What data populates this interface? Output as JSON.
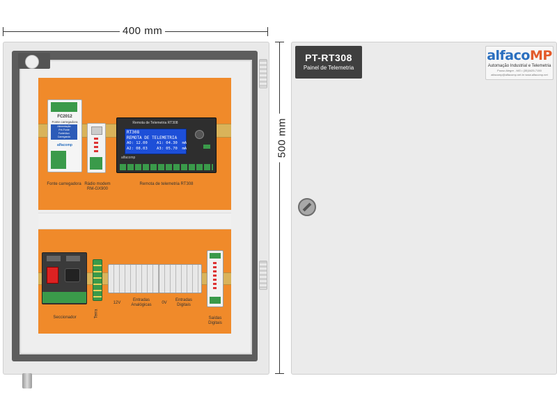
{
  "dimensions": {
    "width_label": "400 mm",
    "height_label": "500 mm"
  },
  "door": {
    "tag_title": "PT-RT308",
    "tag_subtitle": "Painel de Telemetria",
    "logo": {
      "brand_a": "alfaco",
      "brand_b": "MP",
      "tagline": "Automação Industrial e Telemetria",
      "contact_line1": "Pouso Alegre - MG • (35)3425-7150",
      "contact_line2": "alfacomp@alfacomp.net.br  www.alfacomp.net"
    }
  },
  "components": {
    "power_supply": {
      "model": "FC2012",
      "name": "Fonte carregadora",
      "status_1": "Alimentação",
      "status_2": "Pré-Fonte",
      "status_3": "Fonte/Aux",
      "status_4": "Carregando",
      "brand": "alfacomp",
      "label": "Fonte carregadora"
    },
    "radio": {
      "label": "Rádio modem RM-GX900"
    },
    "rtu": {
      "header": "Remota de Telemetria RT308",
      "lcd_line1": "RT308",
      "lcd_line2": "REMOTA DE TELEMETRIA",
      "lcd_line3": "AO: 12.00    A1: 04.30  mA",
      "lcd_line4": "A2: 08.03    A3: 05.70  mA",
      "brand": "alfacomp",
      "label": "Remota de telemetria RT308"
    },
    "bottom": {
      "seccionador": "Seccionador",
      "terra": "Terra",
      "v12": "12V",
      "entradas_analogicas": "Entradas Analógicas",
      "v0": "0V",
      "entradas_digitais": "Entradas Digitais",
      "saidas_digitais": "Saídas Digitais"
    }
  },
  "colors": {
    "panel_orange": "#f08a2a",
    "lcd_blue": "#1d4fd8",
    "door_grey": "#ebebeb"
  }
}
